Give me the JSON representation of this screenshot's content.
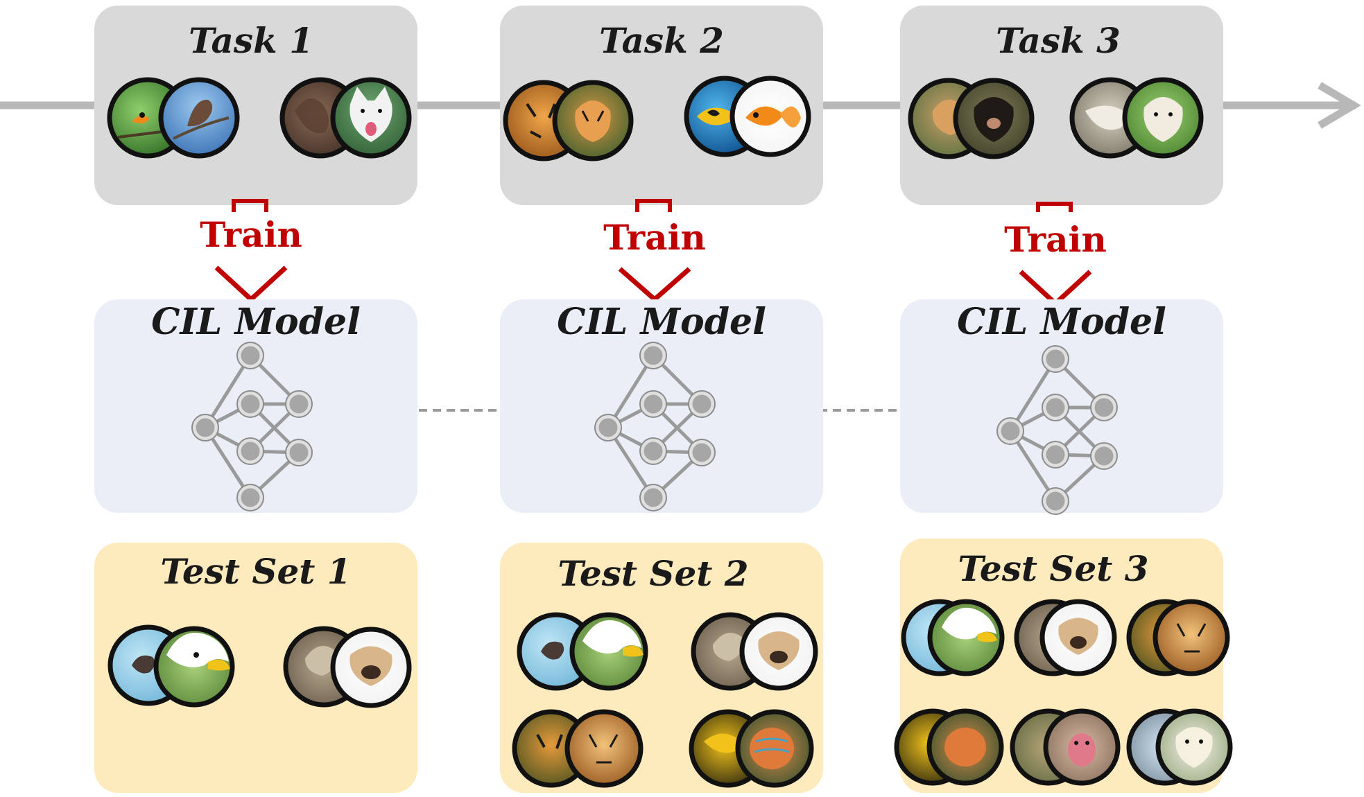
{
  "tasks": [
    {
      "title": "Task 1",
      "images": [
        {
          "pair": "birds",
          "left": "oriole",
          "right": "bluebird"
        },
        {
          "pair": "dogs",
          "left": "shaggy-dog",
          "right": "white-dog"
        }
      ]
    },
    {
      "title": "Task 2",
      "images": [
        {
          "pair": "tigers",
          "left": "tiger",
          "right": "tiger-forest"
        },
        {
          "pair": "fish",
          "left": "yellow-fish",
          "right": "goldfish"
        }
      ]
    },
    {
      "title": "Task 3",
      "images": [
        {
          "pair": "monkeys",
          "left": "golden-monkey",
          "right": "black-monkey"
        },
        {
          "pair": "sheep",
          "left": "goat",
          "right": "lamb"
        }
      ]
    }
  ],
  "train_label": "Train",
  "model": {
    "title": "CIL Model"
  },
  "test_sets": [
    {
      "title": "Test Set 1"
    },
    {
      "title": "Test Set 2"
    },
    {
      "title": "Test Set 3"
    }
  ],
  "colors": {
    "timeline": "#b8b8b8",
    "task_box": "#d9d9d9",
    "model_box": "#e9eef7",
    "test_box": "#fdebbe",
    "train_arrow": "#c00000",
    "node_fill": "#a6a6a6",
    "node_ring": "#e0e0e0",
    "edge": "#9a9a9a",
    "dash": "#9a9a9a"
  }
}
